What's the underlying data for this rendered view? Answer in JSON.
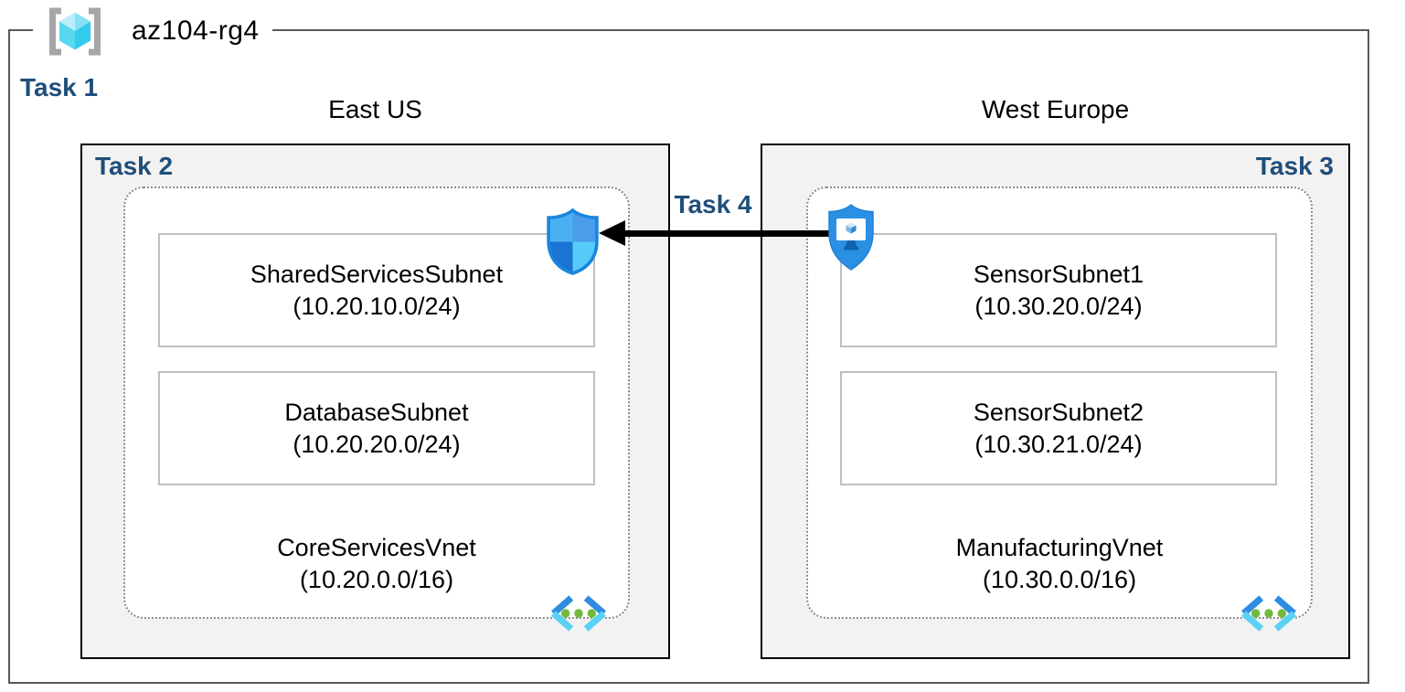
{
  "resource_group": {
    "name": "az104-rg4",
    "icon": "resource-group-icon"
  },
  "labels": {
    "task1": "Task 1",
    "task2": "Task 2",
    "task3": "Task 3",
    "task4": "Task 4"
  },
  "regions": [
    {
      "name": "East US",
      "task_label": "Task 2",
      "vnet": {
        "name": "CoreServicesVnet",
        "cidr": "(10.20.0.0/16)",
        "icon": "virtual-network-icon"
      },
      "subnets": [
        {
          "name": "SharedServicesSubnet",
          "cidr": "(10.20.10.0/24)"
        },
        {
          "name": "DatabaseSubnet",
          "cidr": "(10.20.20.0/24)"
        }
      ],
      "overlay_icon": "network-security-group-shield-icon"
    },
    {
      "name": "West Europe",
      "task_label": "Task 3",
      "vnet": {
        "name": "ManufacturingVnet",
        "cidr": "(10.30.0.0/16)",
        "icon": "virtual-network-icon"
      },
      "subnets": [
        {
          "name": "SensorSubnet1",
          "cidr": "(10.30.20.0/24)"
        },
        {
          "name": "SensorSubnet2",
          "cidr": "(10.30.21.0/24)"
        }
      ],
      "overlay_icon": "bastion-shield-icon"
    }
  ],
  "connection": {
    "label": "Task 4",
    "direction": "west-europe-to-east-us",
    "style": "black-arrow"
  },
  "colors": {
    "task_label": "#1f4e79",
    "region_fill": "#f2f2f2",
    "region_border": "#000000",
    "outer_border": "#595959",
    "subnet_border": "#bfbfbf",
    "dotted_border": "#8a8a8a",
    "arrow": "#000000",
    "vnet_icon_blue": "#2e8de0",
    "vnet_icon_cyan": "#5bd1f5",
    "vnet_icon_green": "#6fba3c",
    "shield_blue": "#2a90e4"
  }
}
